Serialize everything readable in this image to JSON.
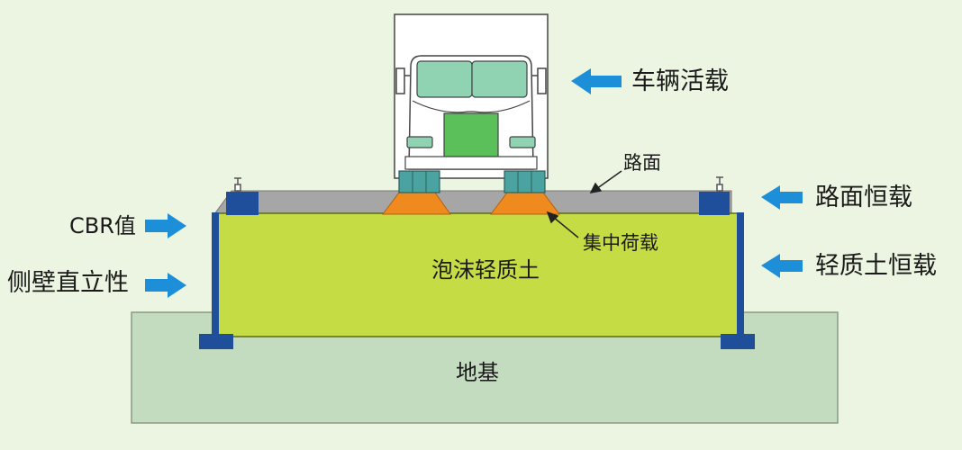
{
  "labels": {
    "vehicle_live_load": "车辆活载",
    "road_surface": "路面",
    "road_surface_dead_load": "路面恒载",
    "cbr_value": "CBR值",
    "concentrated_load": "集中荷载",
    "side_wall_vertical": "侧壁直立性",
    "foam_lightweight_soil": "泡沫轻质土",
    "lightweight_soil_dead_load": "轻质土恒载",
    "foundation": "地基"
  },
  "colors": {
    "background": "#ecf5e1",
    "foam_soil": "#c5dc45",
    "foundation": "#c3dcc0",
    "pavement": "#a6a6a6",
    "side_wall": "#1f4f9a",
    "load_pad": "#ef8a1e",
    "arrow": "#1c8fd8",
    "truck_body": "#ffffff",
    "truck_window": "#8fd3b2",
    "truck_grille": "#5cc05a"
  },
  "icons": {
    "load_arrow": "arrow-left-icon / arrow-right-icon",
    "vehicle": "truck-front-icon"
  }
}
